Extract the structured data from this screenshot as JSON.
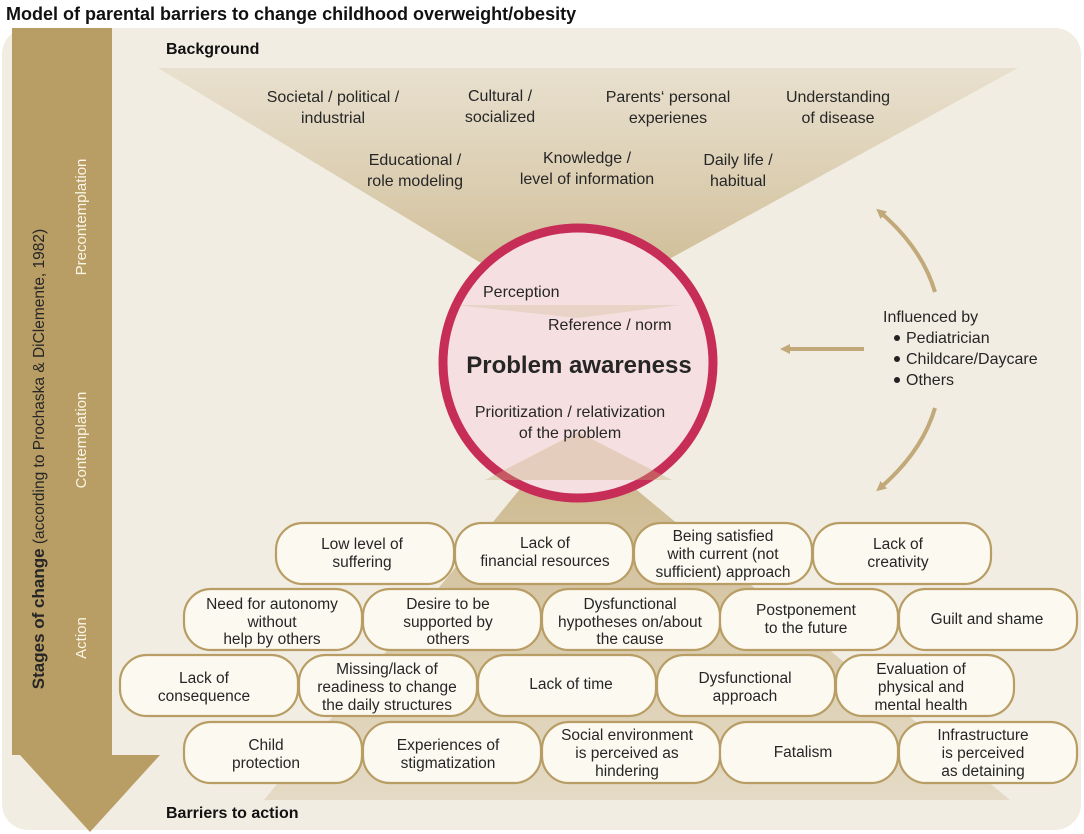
{
  "title": "Model of parental barriers to change childhood overweight/obesity",
  "background_label": "Background",
  "barriers_label": "Barriers to action",
  "stages_label_bold": "Stages of change",
  "stages_label_rest": " (according to Prochaska & DiClemente, 1982)",
  "stages": [
    "Precontemplation",
    "Contemplation",
    "Action"
  ],
  "background_factors": [
    [
      "Societal / political /",
      "industrial"
    ],
    [
      "Cultural /",
      "socialized"
    ],
    [
      "Parents‘ personal",
      "experienes"
    ],
    [
      "Understanding",
      "of disease"
    ],
    [
      "Educational /",
      "role modeling"
    ],
    [
      "Knowledge /",
      "level of information"
    ],
    [
      "Daily life /",
      "habitual"
    ]
  ],
  "circle": {
    "perception": "Perception",
    "reference": "Reference / norm",
    "title": "Problem awareness",
    "prioritization": [
      "Prioritization / relativization",
      "of the problem"
    ]
  },
  "influenced": {
    "heading": "Influenced by",
    "items": [
      "Pediatrician",
      "Childcare/Daycare",
      "Others"
    ]
  },
  "barrier_rows": [
    [
      [
        "Low level of",
        "suffering"
      ],
      [
        "Lack of",
        "financial resources"
      ],
      [
        "Being satisfied",
        "with current (not",
        "sufficient) approach"
      ],
      [
        "Lack of",
        "creativity"
      ]
    ],
    [
      [
        "Need for autonomy",
        "without",
        "help by others"
      ],
      [
        "Desire to be",
        "supported by",
        "others"
      ],
      [
        "Dysfunctional",
        "hypotheses on/about",
        "the cause"
      ],
      [
        "Postponement",
        "to the future"
      ],
      [
        "Guilt and shame"
      ]
    ],
    [
      [
        "Lack of",
        "consequence"
      ],
      [
        "Missing/lack of",
        "readiness to change",
        "the daily structures"
      ],
      [
        "Lack of time"
      ],
      [
        "Dysfunctional",
        "approach"
      ],
      [
        "Evaluation of",
        "physical and",
        "mental health"
      ]
    ],
    [
      [
        "Child",
        "protection"
      ],
      [
        "Experiences of",
        "stigmatization"
      ],
      [
        "Social environment",
        "is perceived as",
        "hindering"
      ],
      [
        "Fatalism"
      ],
      [
        "Infrastructure",
        "is perceived",
        "as detaining"
      ]
    ]
  ],
  "colors": {
    "panel": "#f2ede3",
    "gold": "#b89d64",
    "circle_ring": "#c72e57",
    "circle_fill": "#f6dfe1"
  }
}
